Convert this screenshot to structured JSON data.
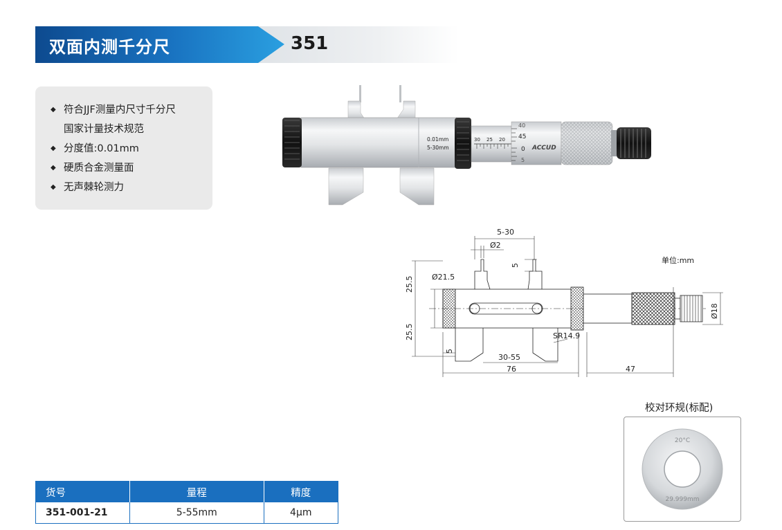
{
  "header": {
    "title": "双面内测千分尺",
    "model": "351"
  },
  "features": [
    {
      "text": "符合JJF测量内尺寸千分尺",
      "bullet": true
    },
    {
      "text": "国家计量技术规范",
      "bullet": false
    },
    {
      "text": "分度值:0.01mm",
      "bullet": true
    },
    {
      "text": "硬质合金测量面",
      "bullet": true
    },
    {
      "text": "无声棘轮测力",
      "bullet": true
    }
  ],
  "photo": {
    "range_label_1": "0.01mm",
    "range_label_2": "5-30mm",
    "sleeve_ticks": [
      "30",
      "25",
      "20"
    ],
    "thimble_ticks": [
      "40",
      "45",
      "0",
      "5"
    ],
    "brand": "ACCUD"
  },
  "drawing": {
    "unit": "单位:mm",
    "dims": {
      "range_top": "5-30",
      "tip_dia": "Ø2",
      "tip_len": "5",
      "body_dia": "Ø21.5",
      "upper_half": "25.5",
      "lower_half": "25.5",
      "radius": "SR14.9",
      "lower_jaw": "5",
      "range_bottom": "30-55",
      "body_len": "76",
      "thimble_len": "47",
      "thimble_dia": "Ø18"
    }
  },
  "ring": {
    "title": "校对环规(标配)",
    "temp": "20°C",
    "size": "29.999mm"
  },
  "table": {
    "headers": [
      "货号",
      "量程",
      "精度"
    ],
    "rows": [
      [
        "351-001-21",
        "5-55mm",
        "4μm"
      ]
    ]
  }
}
